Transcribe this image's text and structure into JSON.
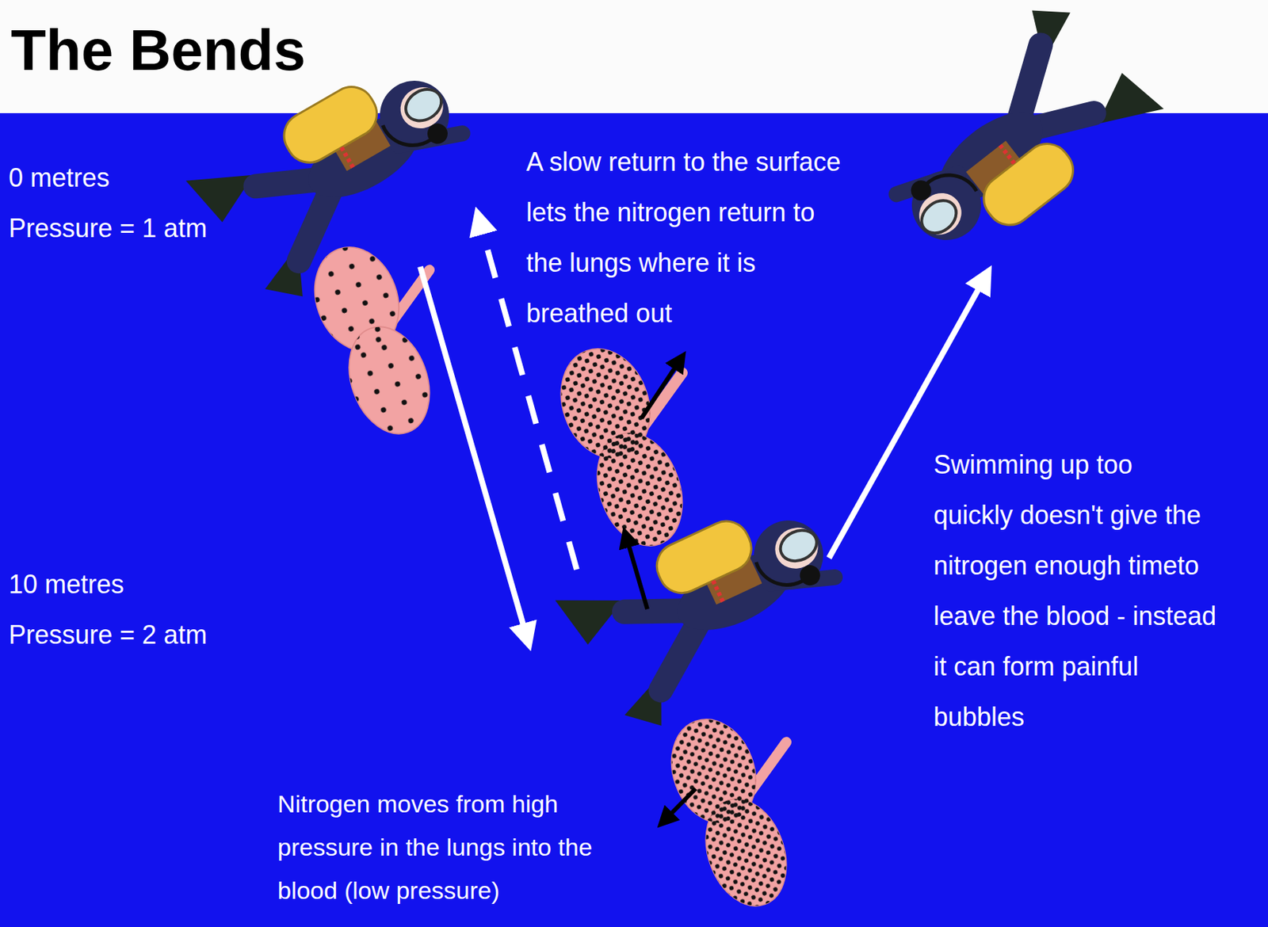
{
  "diagram": {
    "title": "The Bends",
    "labels": [
      "0 metres",
      "Pressure = 1 atm",
      "A slow return to the surface lets the nitrogen return to the lungs where it is breathed out",
      "10 metres",
      "Pressure = 2 atm",
      "Swimming up too quickly doesn't give the nitrogen enough timeto leave the blood - instead it can form painful bubbles",
      "Nitrogen moves from high pressure in the lungs into the blood (low pressure)"
    ]
  }
}
